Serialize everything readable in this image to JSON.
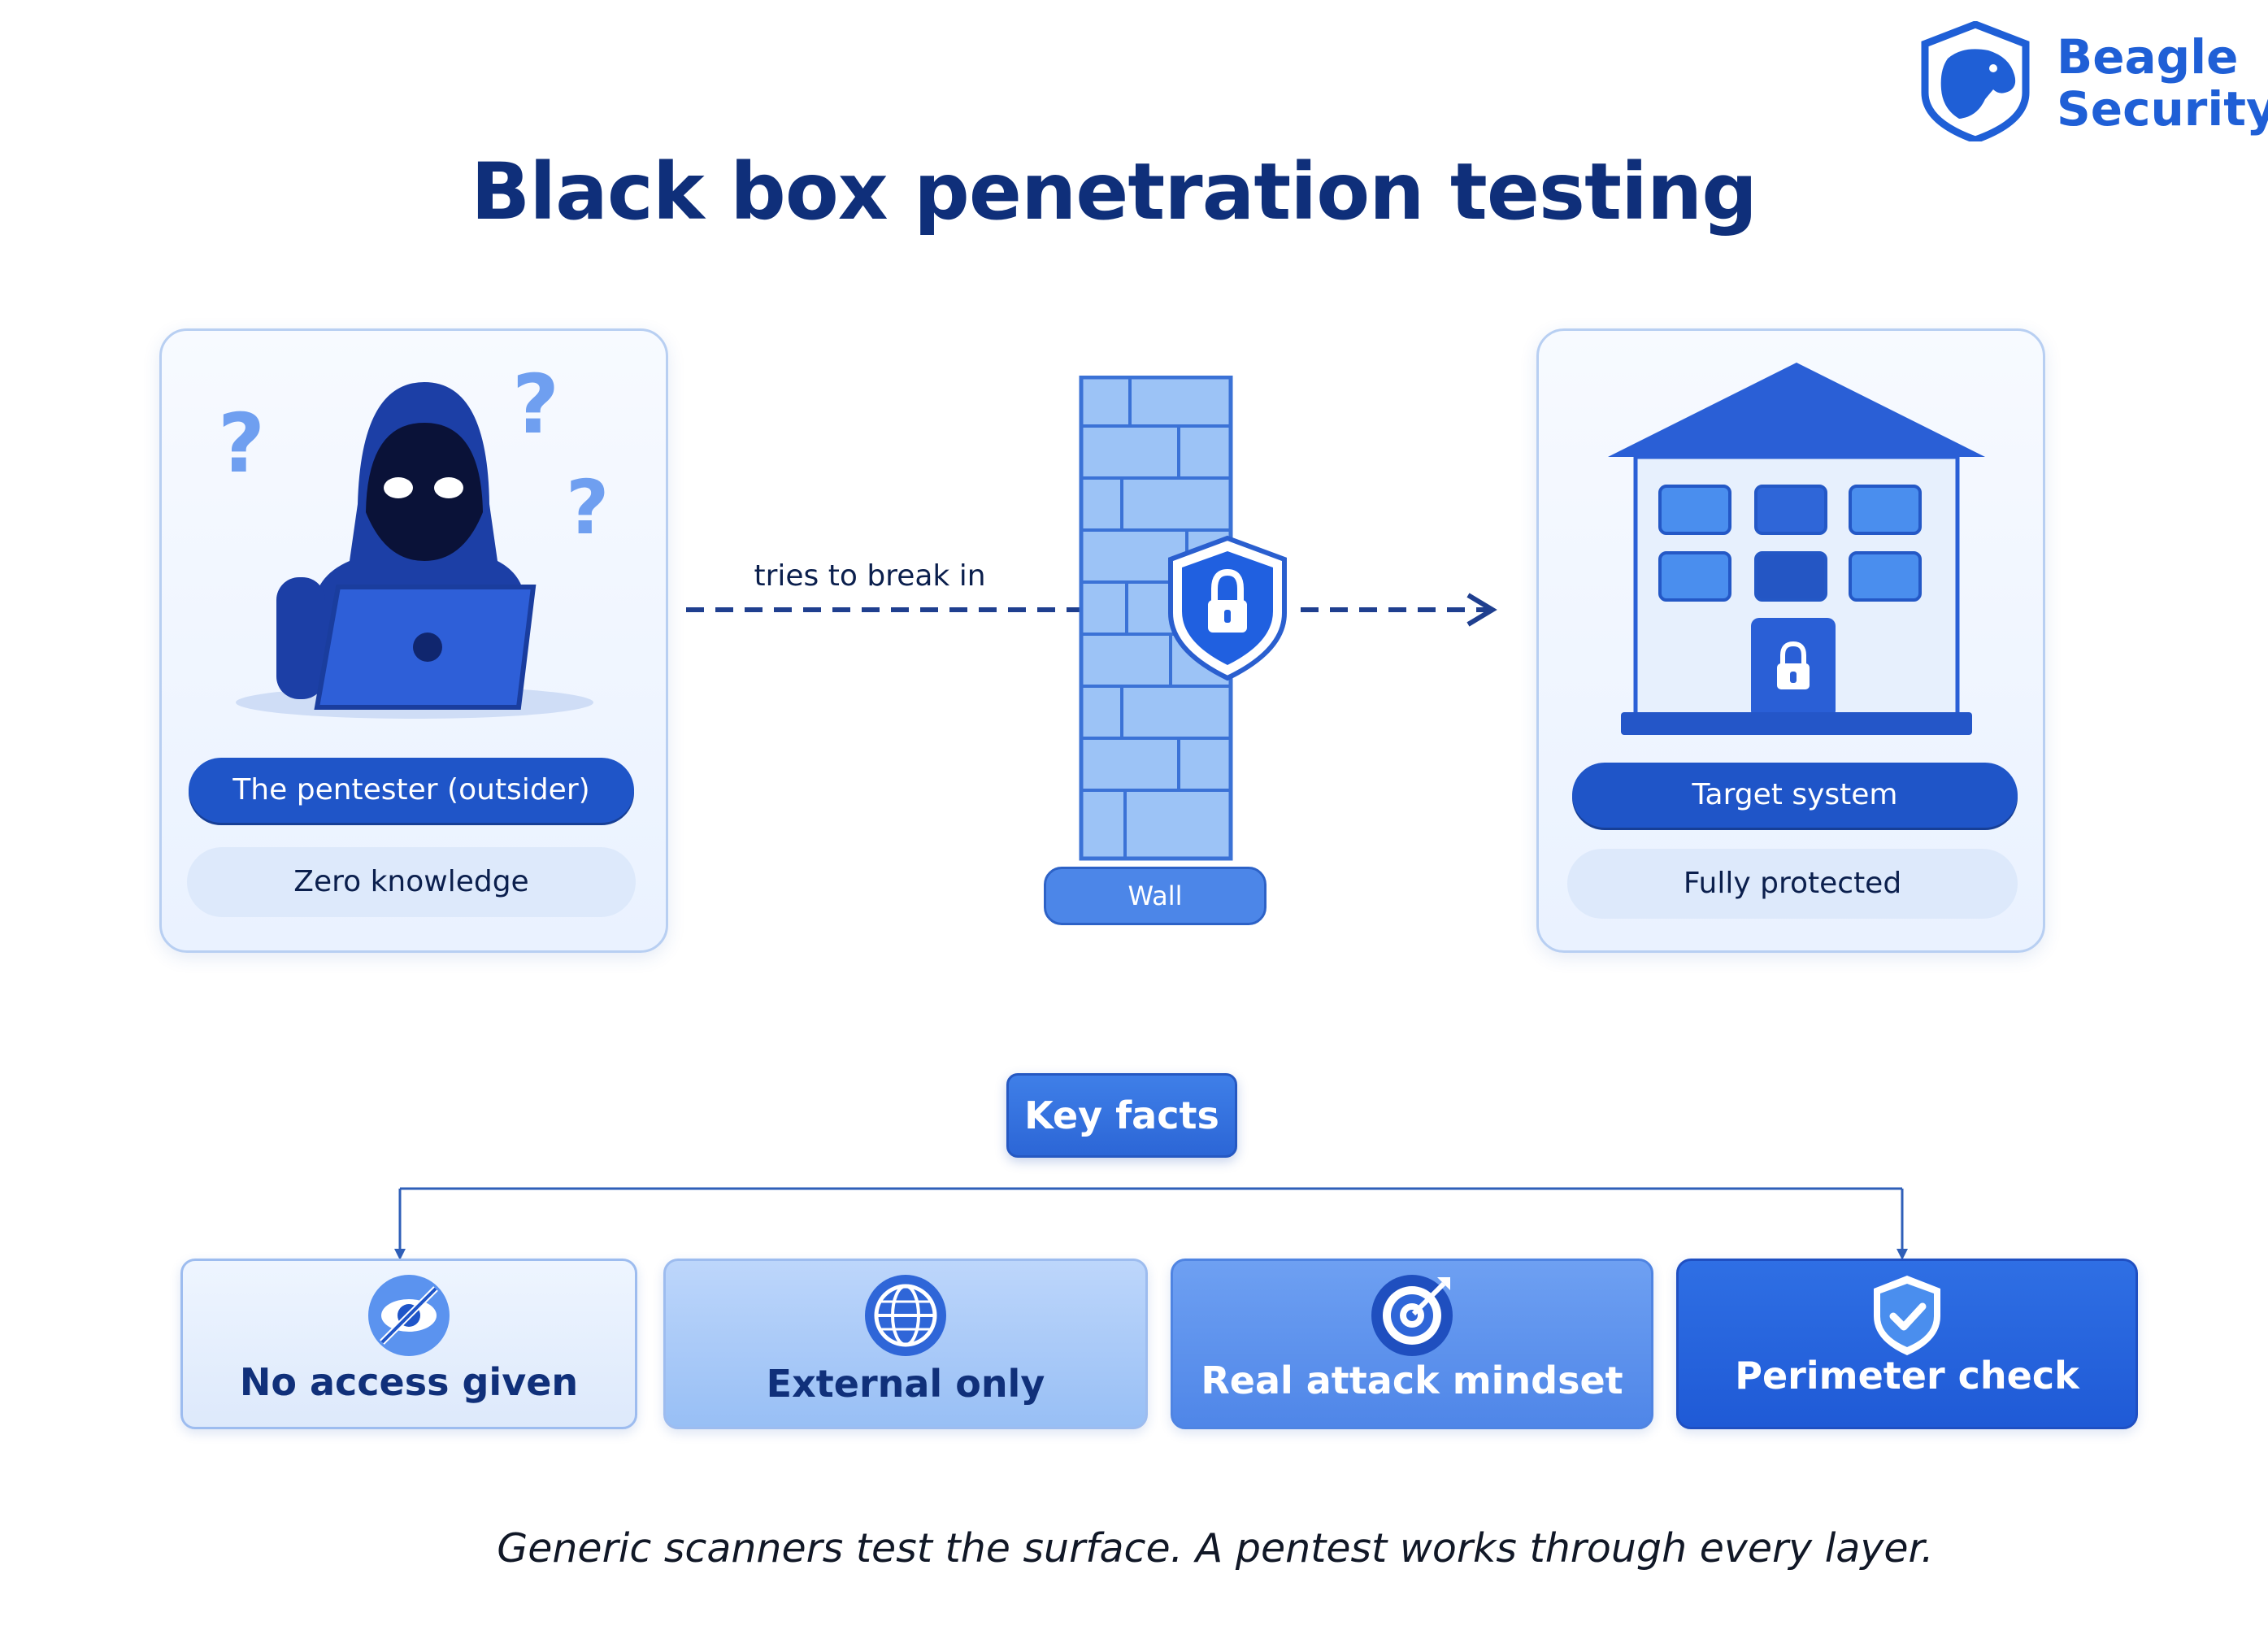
{
  "brand": {
    "line1": "Beagle",
    "line2": "Security"
  },
  "title": "Black box penetration testing",
  "pentester": {
    "label": "The pentester (outsider)",
    "sublabel": "Zero knowledge"
  },
  "arrow": {
    "label": "tries to break in"
  },
  "wall": {
    "label": "Wall"
  },
  "target": {
    "label": "Target system",
    "sublabel": "Fully protected"
  },
  "key_facts": {
    "heading": "Key facts",
    "items": [
      {
        "label": "No access given",
        "icon": "hidden-eye-icon"
      },
      {
        "label": "External only",
        "icon": "globe-icon"
      },
      {
        "label": "Real attack mindset",
        "icon": "target-icon"
      },
      {
        "label": "Perimeter check",
        "icon": "shield-check-icon"
      }
    ]
  },
  "footer": "Generic scanners test the surface. A pentest works through every layer.",
  "colors": {
    "primary": "#1f55c8",
    "title": "#0f2f7a",
    "light": "#dde9fb",
    "brand": "#1f5fd6"
  }
}
